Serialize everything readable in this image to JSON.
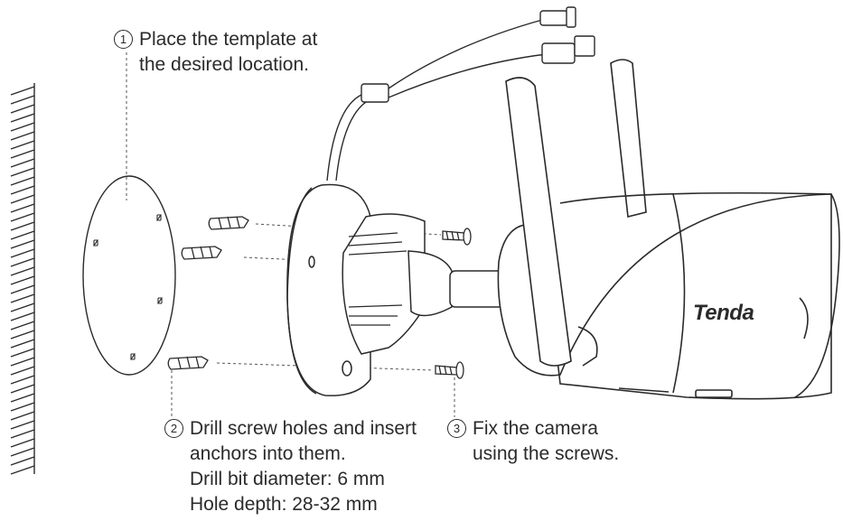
{
  "steps": [
    {
      "number": "1",
      "lines": [
        "Place the template at",
        "the desired location."
      ]
    },
    {
      "number": "2",
      "lines": [
        "Drill screw holes and insert",
        "anchors into them.",
        "Drill bit diameter: 6 mm",
        "Hole depth: 28-32 mm"
      ]
    },
    {
      "number": "3",
      "lines": [
        "Fix the camera",
        "using the screws."
      ]
    }
  ],
  "brand": "Tenda",
  "colors": {
    "stroke": "#2a2a2a",
    "text": "#2b2b2b",
    "background": "#ffffff"
  }
}
